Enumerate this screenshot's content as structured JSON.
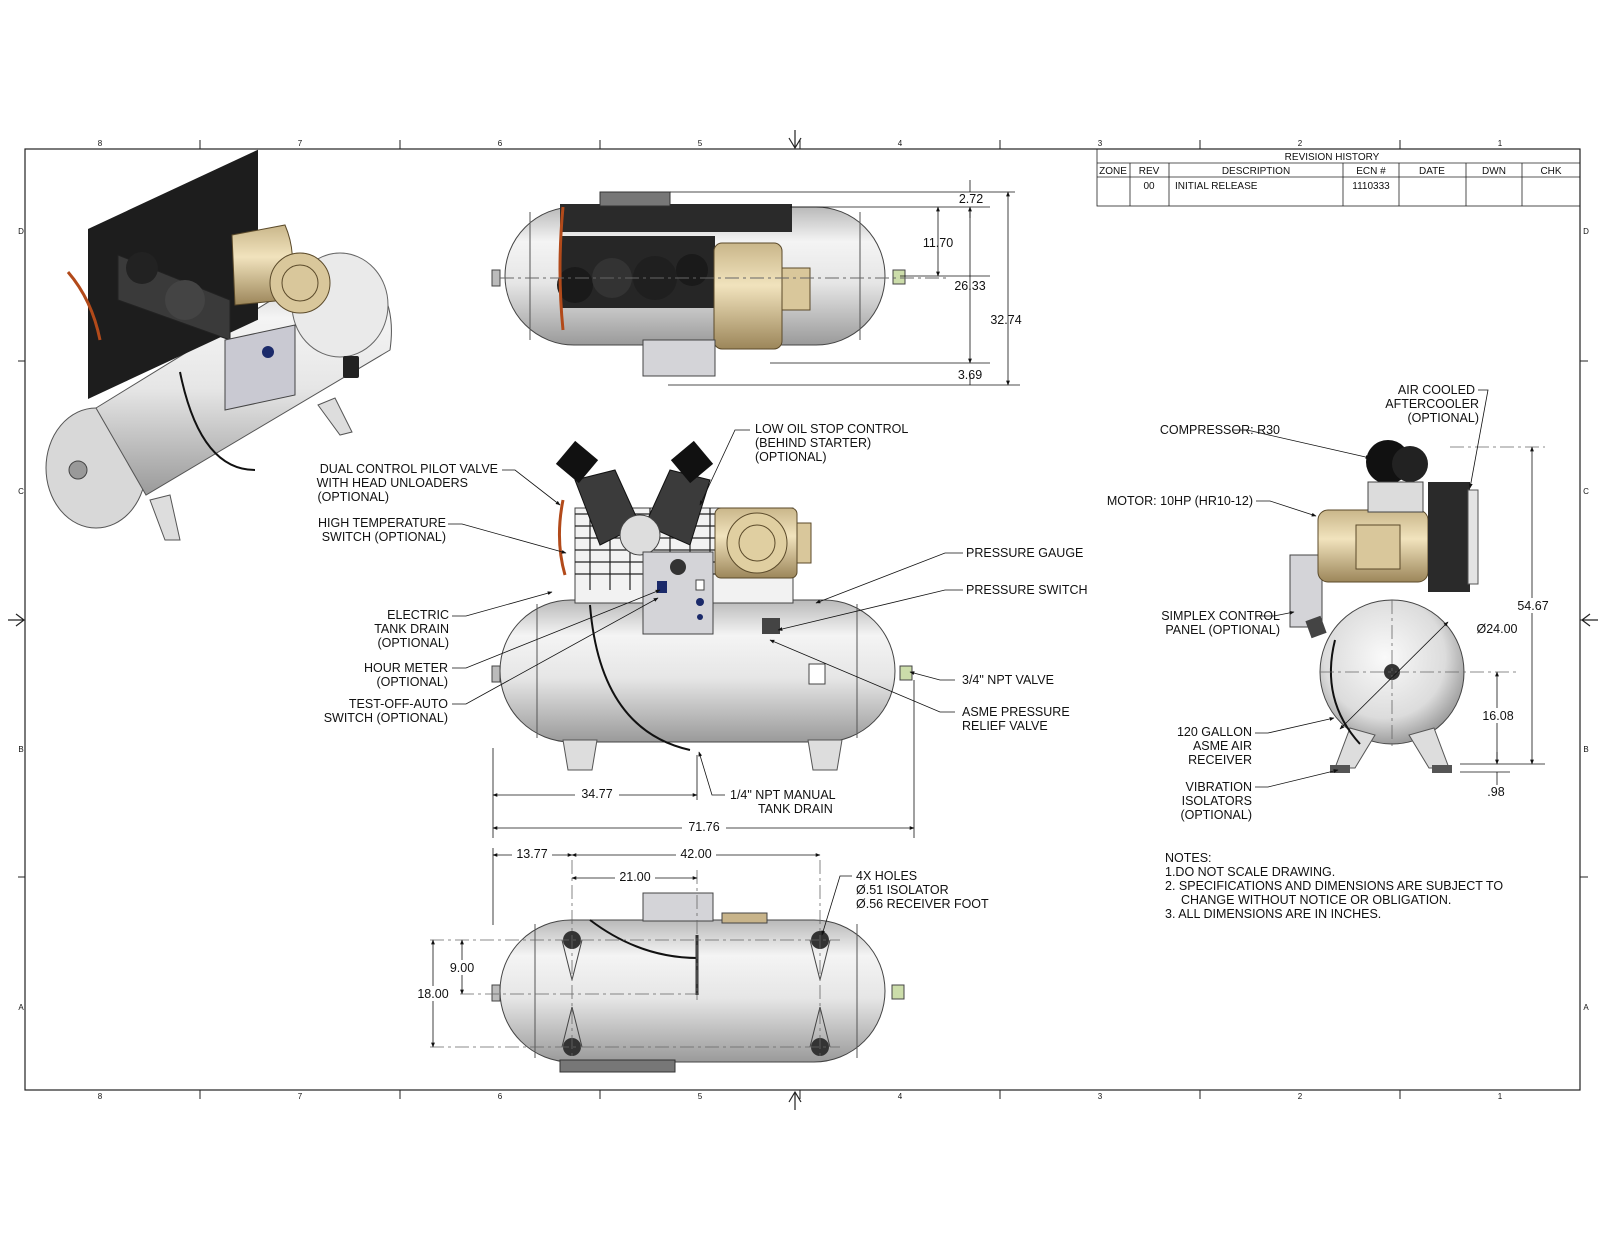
{
  "border": {
    "zones_top": [
      "8",
      "7",
      "6",
      "5",
      "4",
      "3",
      "2",
      "1"
    ],
    "zones_side": [
      "D",
      "C",
      "B",
      "A"
    ]
  },
  "revision": {
    "title": "REVISION HISTORY",
    "headers": [
      "ZONE",
      "REV",
      "DESCRIPTION",
      "ECN #",
      "DATE",
      "DWN",
      "CHK"
    ],
    "row": [
      "",
      "00",
      "INITIAL RELEASE",
      "1110333",
      "",
      "",
      ""
    ]
  },
  "top_view": {
    "d1": "2.72",
    "d2": "11.70",
    "d3": "26.33",
    "d4": "32.74",
    "d5": "3.69"
  },
  "front_view": {
    "callouts": {
      "low_oil": [
        "LOW OIL STOP CONTROL",
        "(BEHIND STARTER)",
        "(OPTIONAL)"
      ],
      "dual_pilot": [
        "DUAL CONTROL PILOT VALVE",
        "WITH HEAD UNLOADERS",
        "(OPTIONAL)"
      ],
      "high_temp": [
        "HIGH TEMPERATURE",
        "SWITCH (OPTIONAL)"
      ],
      "elec_drain": [
        "ELECTRIC",
        "TANK DRAIN",
        "(OPTIONAL)"
      ],
      "hour_meter": [
        "HOUR METER",
        "(OPTIONAL)"
      ],
      "test_off": [
        "TEST-OFF-AUTO",
        "SWITCH (OPTIONAL)"
      ],
      "pressure_gauge": "PRESSURE GAUGE",
      "pressure_switch": "PRESSURE SWITCH",
      "npt_valve": "3/4\" NPT VALVE",
      "asme_relief": [
        "ASME PRESSURE",
        "RELIEF VALVE"
      ],
      "manual_drain": [
        "1/4\" NPT MANUAL",
        "TANK DRAIN"
      ]
    },
    "d_drain": "34.77",
    "d_length": "71.76"
  },
  "bottom_view": {
    "d1": "13.77",
    "d2": "42.00",
    "d3": "21.00",
    "d4": "9.00",
    "d5": "18.00",
    "holes": [
      "4X HOLES",
      "Ø.51 ISOLATOR",
      "Ø.56 RECEIVER FOOT"
    ]
  },
  "side_view": {
    "aftercooler": [
      "AIR COOLED",
      "AFTERCOOLER",
      "(OPTIONAL)"
    ],
    "compressor": "COMPRESSOR: R30",
    "motor": "MOTOR: 10HP (HR10-12)",
    "panel": [
      "SIMPLEX CONTROL",
      "PANEL (OPTIONAL)"
    ],
    "receiver": [
      "120 GALLON",
      "ASME AIR",
      "RECEIVER"
    ],
    "isolators": [
      "VIBRATION",
      "ISOLATORS",
      "(OPTIONAL)"
    ],
    "d_height": "54.67",
    "d_dia": "Ø24.00",
    "d_center": "16.08",
    "d_foot": ".98"
  },
  "notes": {
    "title": "NOTES:",
    "lines": [
      "1.DO NOT SCALE DRAWING.",
      "2. SPECIFICATIONS AND DIMENSIONS ARE SUBJECT TO",
      "CHANGE WITHOUT NOTICE OR OBLIGATION.",
      "3. ALL DIMENSIONS ARE IN INCHES."
    ]
  }
}
